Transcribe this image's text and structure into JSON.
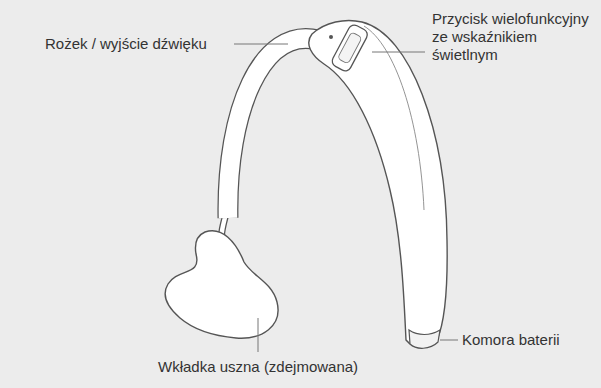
{
  "diagram": {
    "labels": [
      "Rożek / wyjście dźwięku",
      "Przycisk wielofunkcyjny ze wskaźnikiem świetlnym",
      "Komora baterii",
      "Wkładka uszna (zdejmowana)"
    ]
  }
}
